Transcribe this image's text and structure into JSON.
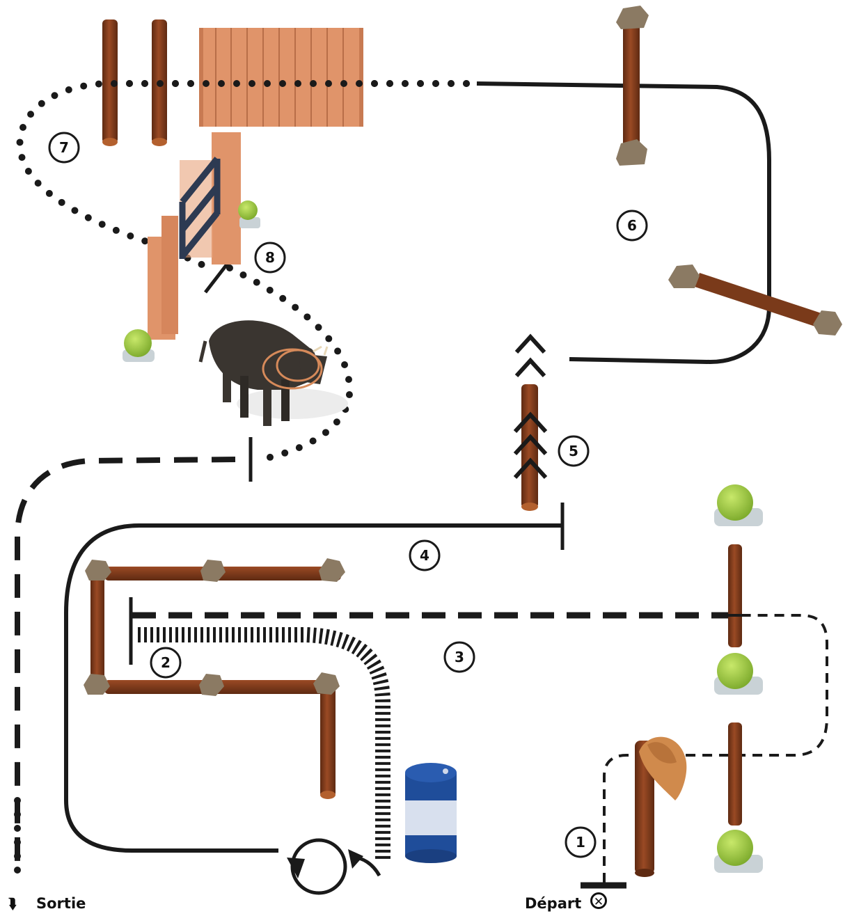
{
  "steps": [
    {
      "number": "1"
    },
    {
      "number": "2"
    },
    {
      "number": "3"
    },
    {
      "number": "4"
    },
    {
      "number": "5"
    },
    {
      "number": "6"
    },
    {
      "number": "7"
    },
    {
      "number": "8"
    }
  ],
  "footer": {
    "exit_label": "Sortie",
    "exit_icon": "double-chevron-down-icon",
    "start_label": "Départ",
    "start_icon": "circled-x-icon"
  },
  "colors": {
    "path": "#1a1a1a",
    "log": "#8a3f1f",
    "log_dark": "#5e2a12",
    "plank": "#e0946a",
    "gate_metal": "#2d3a52",
    "ball": "#9ccc3a",
    "barrel": "#1f4d9a",
    "cow": "#3a3530",
    "rock": "#8b7a63"
  }
}
